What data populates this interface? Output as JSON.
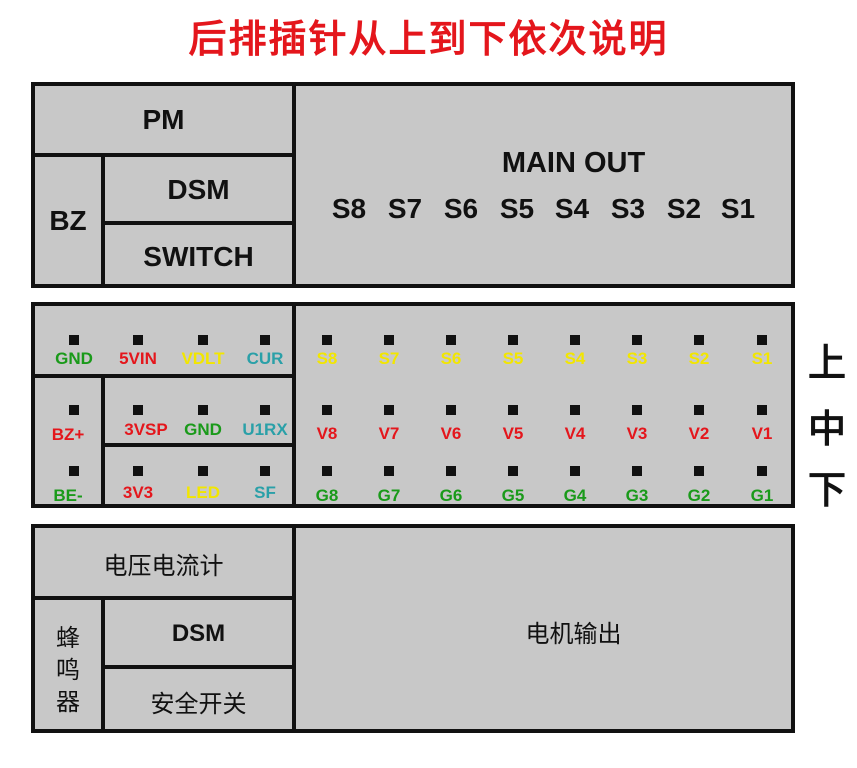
{
  "title": "后排插针从上到下依次说明",
  "top_panel": {
    "pm": "PM",
    "bz": "BZ",
    "dsm": "DSM",
    "switch": "SWITCH",
    "main_out": "MAIN OUT",
    "channels": [
      "S8",
      "S7",
      "S6",
      "S5",
      "S4",
      "S3",
      "S2",
      "S1"
    ]
  },
  "pin_panel": {
    "left_row1": [
      {
        "label": "GND",
        "color": "#1a9a1a"
      },
      {
        "label": "5VIN",
        "color": "#e4161c"
      },
      {
        "label": "VDLT",
        "color": "#f2e600"
      },
      {
        "label": "CUR",
        "color": "#2aa0a8"
      }
    ],
    "bz_plus": {
      "label": "BZ+",
      "color": "#e4161c"
    },
    "be_minus": {
      "label": "BE-",
      "color": "#1a9a1a"
    },
    "left_row2": [
      {
        "label": "3VSP",
        "color": "#e4161c"
      },
      {
        "label": "GND",
        "color": "#1a9a1a"
      },
      {
        "label": "U1RX",
        "color": "#2aa0a8"
      }
    ],
    "left_row3": [
      {
        "label": "3V3",
        "color": "#e4161c"
      },
      {
        "label": "LED",
        "color": "#f2e600"
      },
      {
        "label": "SF",
        "color": "#2aa0a8"
      }
    ],
    "signal_row": {
      "labels": [
        "S8",
        "S7",
        "S6",
        "S5",
        "S4",
        "S3",
        "S2",
        "S1"
      ],
      "color": "#f2e600"
    },
    "power_row": {
      "labels": [
        "V8",
        "V7",
        "V6",
        "V5",
        "V4",
        "V3",
        "V2",
        "V1"
      ],
      "color": "#e4161c"
    },
    "ground_row": {
      "labels": [
        "G8",
        "G7",
        "G6",
        "G5",
        "G4",
        "G3",
        "G2",
        "G1"
      ],
      "color": "#1a9a1a"
    }
  },
  "side_labels": [
    "上",
    "中",
    "下"
  ],
  "bottom_panel": {
    "meter": "电压电流计",
    "buzzer": [
      "蜂",
      "鸣",
      "器"
    ],
    "dsm": "DSM",
    "safety_switch": "安全开关",
    "motor_output": "电机输出"
  }
}
